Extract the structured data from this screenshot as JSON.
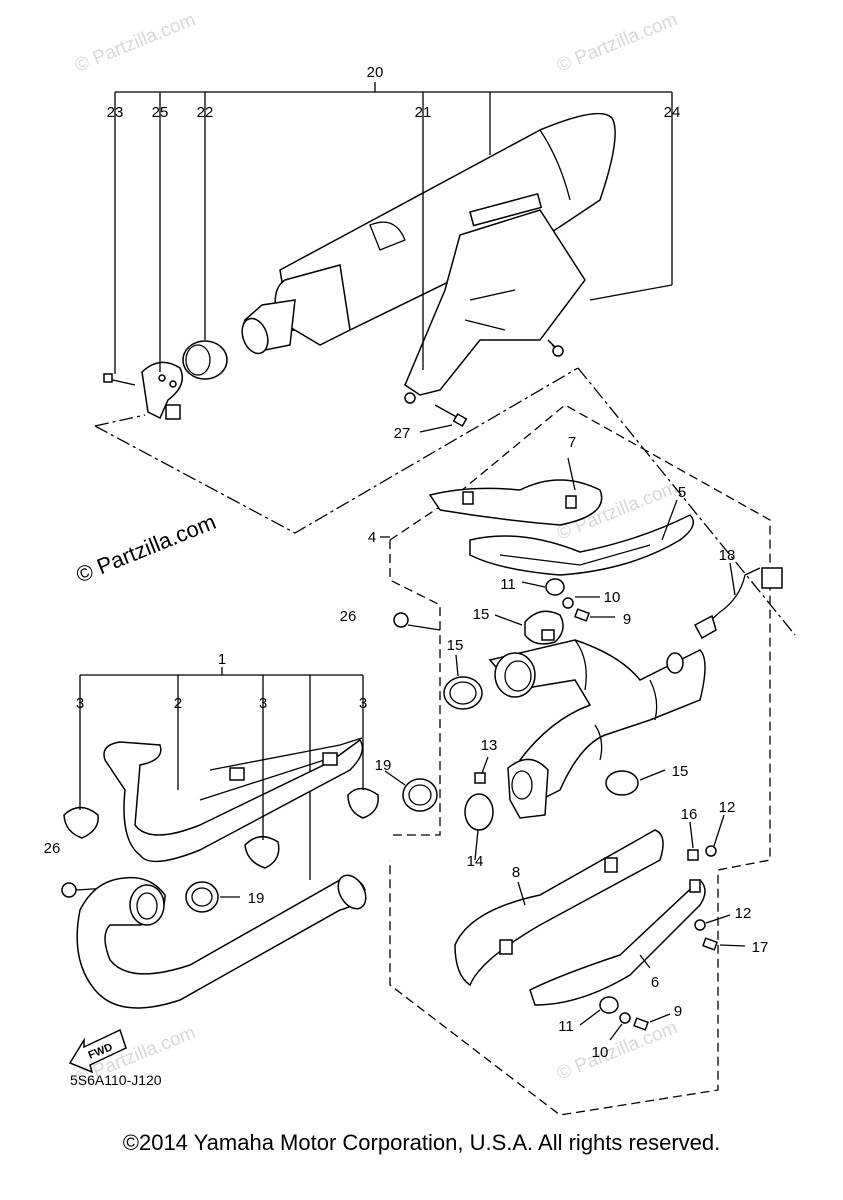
{
  "diagram": {
    "part_code": "5S6A110-J120",
    "fwd_label": "FWD",
    "watermark_main": "© Partzilla.com",
    "watermark_faint": "© Partzilla.com",
    "callouts": [
      "1",
      "2",
      "3",
      "3",
      "3",
      "4",
      "5",
      "6",
      "7",
      "8",
      "9",
      "9",
      "10",
      "10",
      "11",
      "11",
      "12",
      "12",
      "13",
      "14",
      "15",
      "15",
      "15",
      "16",
      "17",
      "18",
      "19",
      "19",
      "20",
      "21",
      "22",
      "23",
      "24",
      "25",
      "26",
      "26",
      "27"
    ]
  },
  "footer": {
    "copyright": "©2014 Yamaha Motor Corporation, U.S.A. All rights reserved."
  }
}
